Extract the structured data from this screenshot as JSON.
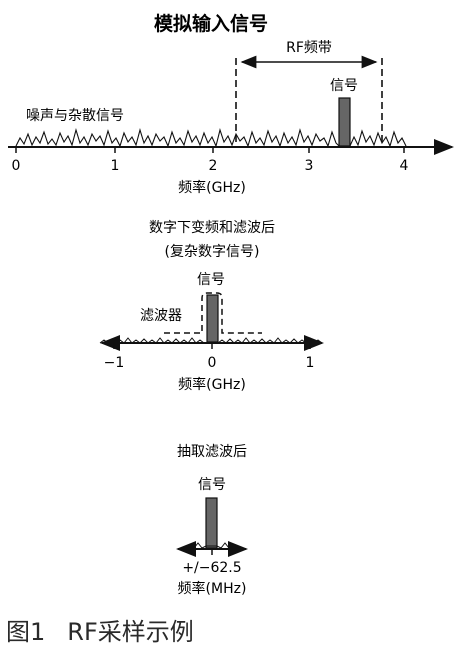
{
  "panel1": {
    "title": "模拟输入信号",
    "rf_band_label": "RF频带",
    "signal_label": "信号",
    "noise_label": "噪声与杂散信号",
    "ticks": [
      "0",
      "1",
      "2",
      "3",
      "4"
    ],
    "axis_label": "频率(GHz)"
  },
  "panel2": {
    "title_line1": "数字下变频和滤波后",
    "title_line2": "(复杂数字信号)",
    "signal_label": "信号",
    "filter_label": "滤波器",
    "ticks": [
      "−1",
      "0",
      "1"
    ],
    "axis_label": "频率(GHz)"
  },
  "panel3": {
    "title": "抽取滤波后",
    "signal_label": "信号",
    "range_label": "+/−62.5",
    "axis_label": "频率(MHz)"
  },
  "caption": {
    "number": "图1",
    "text": "RF采样示例"
  }
}
